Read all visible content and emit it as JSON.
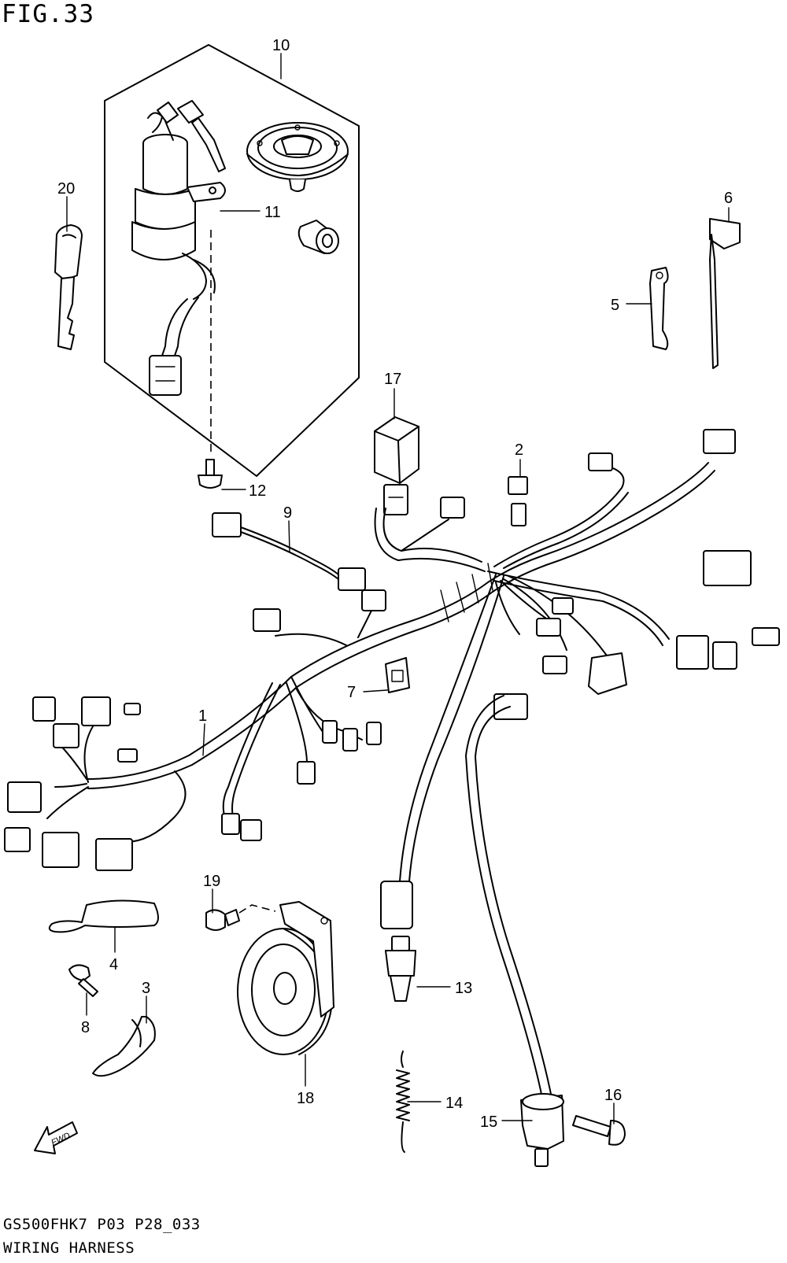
{
  "figure": {
    "title": "FIG.33",
    "model_code": "GS500FHK7  P03 P28_033",
    "name": "WIRING HARNESS"
  },
  "parts": [
    {
      "no": "1"
    },
    {
      "no": "2"
    },
    {
      "no": "3"
    },
    {
      "no": "4"
    },
    {
      "no": "5"
    },
    {
      "no": "6"
    },
    {
      "no": "7"
    },
    {
      "no": "8"
    },
    {
      "no": "9"
    },
    {
      "no": "10"
    },
    {
      "no": "11"
    },
    {
      "no": "12"
    },
    {
      "no": "13"
    },
    {
      "no": "14"
    },
    {
      "no": "15"
    },
    {
      "no": "16"
    },
    {
      "no": "17"
    },
    {
      "no": "18"
    },
    {
      "no": "19"
    },
    {
      "no": "20"
    }
  ],
  "fwd_arrow": "FWD"
}
